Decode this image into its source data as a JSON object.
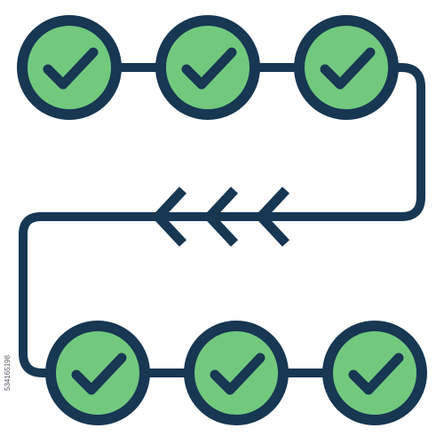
{
  "icon": {
    "name": "workflow-path-icon",
    "colors": {
      "stroke": "#173752",
      "fill": "#72c97e",
      "background": "#ffffff"
    },
    "steps": [
      {
        "name": "step-1",
        "state": "complete",
        "icon": "check-icon"
      },
      {
        "name": "step-2",
        "state": "complete",
        "icon": "check-icon"
      },
      {
        "name": "step-3",
        "state": "complete",
        "icon": "check-icon"
      },
      {
        "name": "step-4",
        "state": "complete",
        "icon": "check-icon"
      },
      {
        "name": "step-5",
        "state": "complete",
        "icon": "check-icon"
      },
      {
        "name": "step-6",
        "state": "complete",
        "icon": "check-icon"
      }
    ],
    "direction_arrows": 3,
    "direction": "left"
  },
  "watermark": {
    "stock_id": "534165198"
  }
}
